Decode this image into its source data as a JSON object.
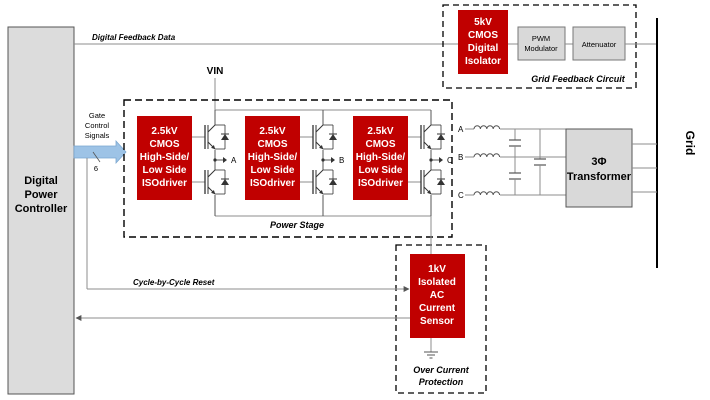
{
  "colors": {
    "isolator_red": "#c00000",
    "controller_gray": "#dcdcdc",
    "box_gray": "#d9d9d9",
    "line_gray": "#8c8c8c",
    "signal_blue": "#9dc3e6"
  },
  "controller": {
    "line1": "Digital",
    "line2": "Power",
    "line3": "Controller"
  },
  "signals": {
    "digital_feedback": "Digital Feedback Data",
    "gate_control_1": "Gate",
    "gate_control_2": "Control",
    "gate_control_3": "Signals",
    "gate_count": "6",
    "cycle_reset": "Cycle-by-Cycle Reset",
    "vin": "VIN"
  },
  "drivers": [
    {
      "l1": "2.5kV",
      "l2": "CMOS",
      "l3": "High-Side/",
      "l4": "Low Side",
      "l5": "ISOdriver",
      "phase": "A"
    },
    {
      "l1": "2.5kV",
      "l2": "CMOS",
      "l3": "High-Side/",
      "l4": "Low Side",
      "l5": "ISOdriver",
      "phase": "B"
    },
    {
      "l1": "2.5kV",
      "l2": "CMOS",
      "l3": "High-Side/",
      "l4": "Low Side",
      "l5": "ISOdriver",
      "phase": "C"
    }
  ],
  "power_stage_label": "Power Stage",
  "outputs": [
    "A",
    "B",
    "C"
  ],
  "grid_feedback": {
    "isolator": {
      "l1": "5kV",
      "l2": "CMOS",
      "l3": "Digital",
      "l4": "Isolator"
    },
    "pwm": {
      "l1": "PWM",
      "l2": "Modulator"
    },
    "attenuator": "Attenuator",
    "label": "Grid Feedback Circuit"
  },
  "transformer": {
    "l1": "3Φ",
    "l2": "Transformer"
  },
  "grid_label": "Grid",
  "current_sensor": {
    "l1": "1kV",
    "l2": "Isolated",
    "l3": "AC",
    "l4": "Current",
    "l5": "Sensor"
  },
  "ocp": {
    "l1": "Over Current",
    "l2": "Protection"
  }
}
